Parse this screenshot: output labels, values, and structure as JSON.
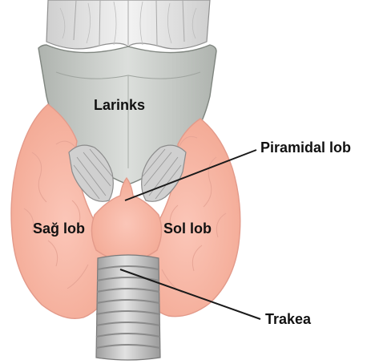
{
  "diagram": {
    "labels": {
      "larynx": "Larinks",
      "pyramidal_lobe": "Piramidal lob",
      "right_lobe": "Sağ lob",
      "left_lobe": "Sol lob",
      "trachea": "Trakea"
    },
    "colors": {
      "thyroid_fill": "#f7b7a7",
      "thyroid_stroke": "#e39a8a",
      "larynx_fill": "#c9cdc9",
      "cartilage_fill": "#e6e6e6",
      "trachea_fill": "#c6c6c6",
      "leader_line": "#1a1a1a",
      "label_text": "#111111"
    }
  }
}
